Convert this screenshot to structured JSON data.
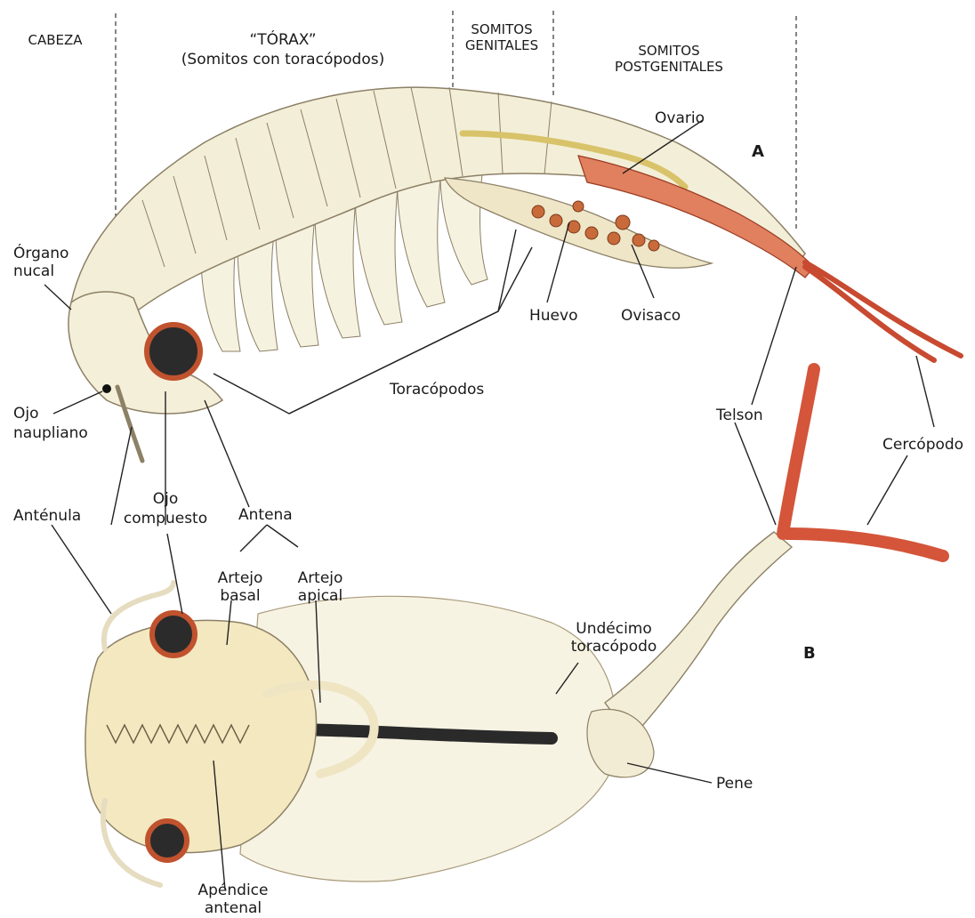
{
  "regions": {
    "cabeza": "CABEZA",
    "torax_line1": "“TÓRAX”",
    "torax_line2": "(Somitos con toracópodos)",
    "genitales_line1": "SOMITOS",
    "genitales_line2": "GENITALES",
    "postgenitales_line1": "SOMITOS",
    "postgenitales_line2": "POSTGENITALES"
  },
  "panels": {
    "a": "A",
    "b": "B"
  },
  "labels_a": {
    "organo_nucal_1": "Órgano",
    "organo_nucal_2": "nucal",
    "ojo_naupliano_1": "Ojo",
    "ojo_naupliano_2": "naupliano",
    "ovario": "Ovario",
    "huevo": "Huevo",
    "ovisaco": "Ovisaco",
    "toracopodos": "Toracópodos",
    "telson": "Telson",
    "cercopodo": "Cercópodo"
  },
  "labels_b": {
    "antenula": "Anténula",
    "ojo_compuesto_1": "Ojo",
    "ojo_compuesto_2": "compuesto",
    "antena": "Antena",
    "artejo_basal_1": "Artejo",
    "artejo_basal_2": "basal",
    "artejo_apical_1": "Artejo",
    "artejo_apical_2": "apical",
    "undecimo_1": "Undécimo",
    "undecimo_2": "toracópodo",
    "pene": "Pene",
    "apendice_1": "Apéndice",
    "apendice_2": "antenal"
  },
  "colors": {
    "body_cream": "#f3eed7",
    "body_outline": "#8c8066",
    "tail_red": "#d4553a",
    "eye_red": "#c0522e",
    "eye_dark": "#2b2b2b",
    "ovary_yellow": "#d8c36a",
    "egg_orange": "#c86a3a"
  }
}
